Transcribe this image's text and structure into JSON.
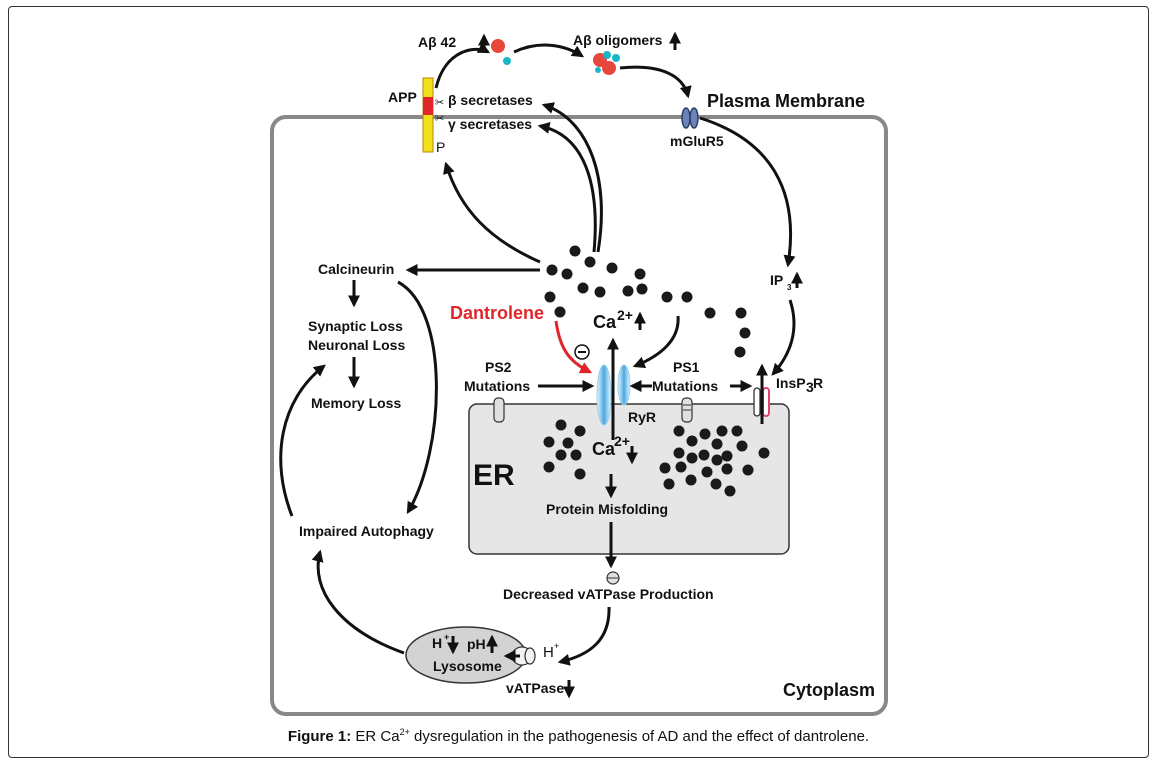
{
  "labels": {
    "abeta42": "Aβ 42",
    "abeta_oligomers": "Aβ oligomers",
    "app": "APP",
    "beta_secretases": "β secretases",
    "gamma_secretases": "γ secretases",
    "phospho": "P",
    "plasma_membrane": "Plasma Membrane",
    "mglur5": "mGluR5",
    "calcineurin": "Calcineurin",
    "synaptic_loss": "Synaptic Loss",
    "neuronal_loss": "Neuronal Loss",
    "memory_loss": "Memory Loss",
    "dantrolene": "Dantrolene",
    "ca_cyto": "Ca",
    "ca_cyto_sup": "2+",
    "ip3": "IP",
    "ip3_sub": "3",
    "ps2": "PS2",
    "ps2_mut": "Mutations",
    "ps1": "PS1",
    "ps1_mut": "Mutations",
    "insp3r_a": "InsP",
    "insp3r_sub": "3",
    "insp3r_b": "R",
    "ryr": "RyR",
    "ca_er": "Ca",
    "ca_er_sup": "2+",
    "er": "ER",
    "protein_misfolding": "Protein Misfolding",
    "impaired_autophagy": "Impaired Autophagy",
    "decreased_vatpase": "Decreased vATPase Production",
    "lyso_h": "H",
    "lyso_h_sup": "+",
    "lyso_ph": "pH",
    "lysosome": "Lysosome",
    "h_out": "H",
    "h_out_sup": "+",
    "vatpase": "vATPase",
    "cytoplasm": "Cytoplasm"
  },
  "caption": {
    "bold": "Figure 1:",
    "pre": " ER Ca",
    "sup": "2+",
    "post": " dysregulation in the pathogenesis of AD and the effect of dantrolene."
  },
  "colors": {
    "red": "#e0262a",
    "cell_border": "#888888",
    "er_fill": "#e6e6e6",
    "app_yellow": "#f2e01b",
    "receptor_blue": "#6b84b8",
    "channel_blue": "#4aa8e0",
    "oligomer_red": "#e8473e",
    "oligomer_cyan": "#18b6c8"
  }
}
